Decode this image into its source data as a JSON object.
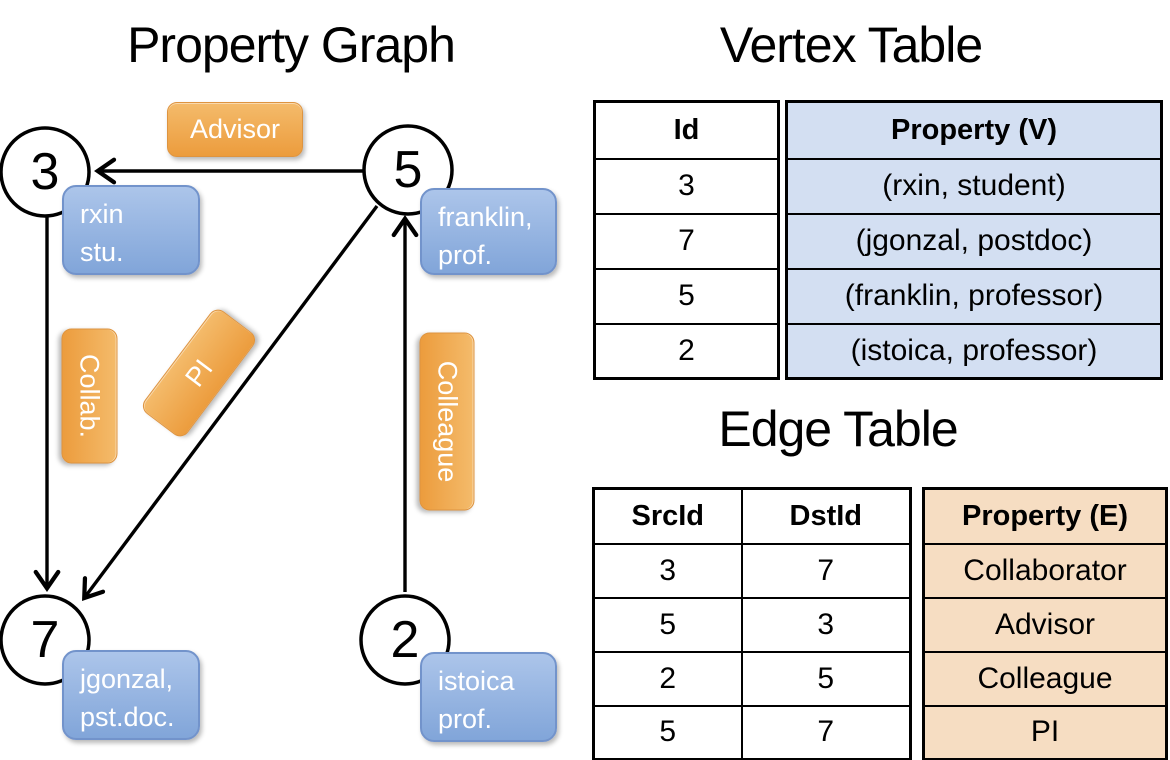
{
  "graph": {
    "title": "Property Graph",
    "nodes": [
      {
        "id": "3",
        "label_lines": [
          "rxin",
          "stu."
        ]
      },
      {
        "id": "5",
        "label_lines": [
          "franklin,",
          "prof."
        ]
      },
      {
        "id": "7",
        "label_lines": [
          "jgonzal,",
          "pst.doc."
        ]
      },
      {
        "id": "2",
        "label_lines": [
          "istoica",
          "prof."
        ]
      }
    ],
    "edge_labels": {
      "advisor": "Advisor",
      "collab": "Collab.",
      "pi": "PI",
      "colleague": "Colleague"
    },
    "edges": [
      {
        "src": "5",
        "dst": "3",
        "label": "Advisor"
      },
      {
        "src": "3",
        "dst": "7",
        "label": "Collab."
      },
      {
        "src": "5",
        "dst": "7",
        "label": "PI"
      },
      {
        "src": "2",
        "dst": "5",
        "label": "Colleague"
      }
    ]
  },
  "vertex_table": {
    "title": "Vertex Table",
    "id_header": "Id",
    "property_header": "Property (V)",
    "rows": [
      [
        "3",
        "(rxin, student)"
      ],
      [
        "7",
        "(jgonzal, postdoc)"
      ],
      [
        "5",
        "(franklin, professor)"
      ],
      [
        "2",
        "(istoica, professor)"
      ]
    ]
  },
  "edge_table": {
    "title": "Edge Table",
    "src_header": "SrcId",
    "dst_header": "DstId",
    "property_header": "Property (E)",
    "rows": [
      [
        "3",
        "7",
        "Collaborator"
      ],
      [
        "5",
        "3",
        "Advisor"
      ],
      [
        "2",
        "5",
        "Colleague"
      ],
      [
        "5",
        "7",
        "PI"
      ]
    ]
  },
  "colors": {
    "orange_top": "#F4BB6B",
    "orange_bottom": "#EC9C3D",
    "orange_border": "#DE9440",
    "blue_top": "#ACC5EA",
    "blue_bottom": "#81A5D9",
    "blue_border": "#7293CB",
    "vertex_fill": "#D3DFF2",
    "edge_fill": "#F6DDC2",
    "line_color": "#000000"
  }
}
